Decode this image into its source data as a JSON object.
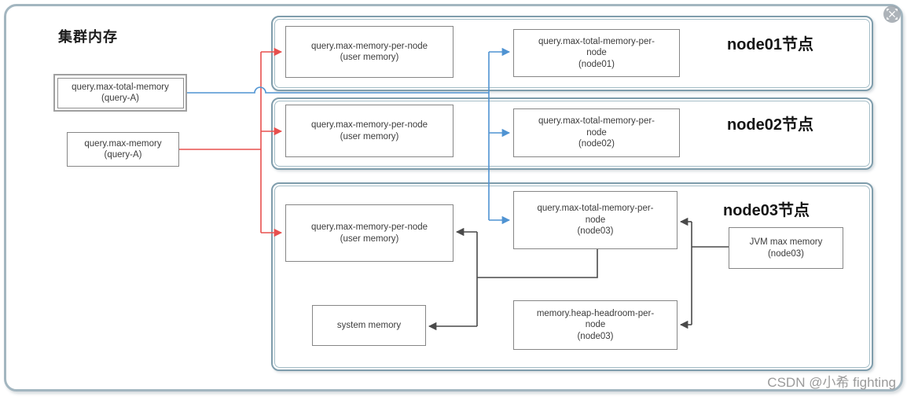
{
  "header": {
    "title": "集群内存"
  },
  "watermark": "CSDN @小希 fighting",
  "close_button": {
    "label": "close"
  },
  "colors": {
    "red_connector": "#e8504e",
    "blue_connector": "#4f93d2",
    "dark_connector": "#4a4a4a",
    "container_border": "#7f9dac",
    "box_border": "#868686",
    "page_border": "#a3b6c0"
  },
  "sources": {
    "max_total": {
      "name": "query.max-total-memory",
      "scope": "(query-A)"
    },
    "max": {
      "name": "query.max-memory",
      "scope": "(query-A)"
    }
  },
  "nodes": [
    {
      "label": "node01节点",
      "user_box": {
        "name": "query.max-memory-per-node",
        "scope": "(user memory)"
      },
      "total_box": {
        "name": "query.max-total-memory-per-node",
        "scope": "(node01)"
      }
    },
    {
      "label": "node02节点",
      "user_box": {
        "name": "query.max-memory-per-node",
        "scope": "(user memory)"
      },
      "total_box": {
        "name": "query.max-total-memory-per-node",
        "scope": "(node02)"
      }
    },
    {
      "label": "node03节点",
      "user_box": {
        "name": "query.max-memory-per-node",
        "scope": "(user memory)"
      },
      "total_box": {
        "name": "query.max-total-memory-per-node",
        "scope": "(node03)"
      },
      "jvm_box": {
        "name": "JVM max memory",
        "scope": "(node03)"
      },
      "system_box": {
        "name": "system memory"
      },
      "headroom_box": {
        "name": "memory.heap-headroom-per-node",
        "scope": "(node03)"
      }
    }
  ]
}
